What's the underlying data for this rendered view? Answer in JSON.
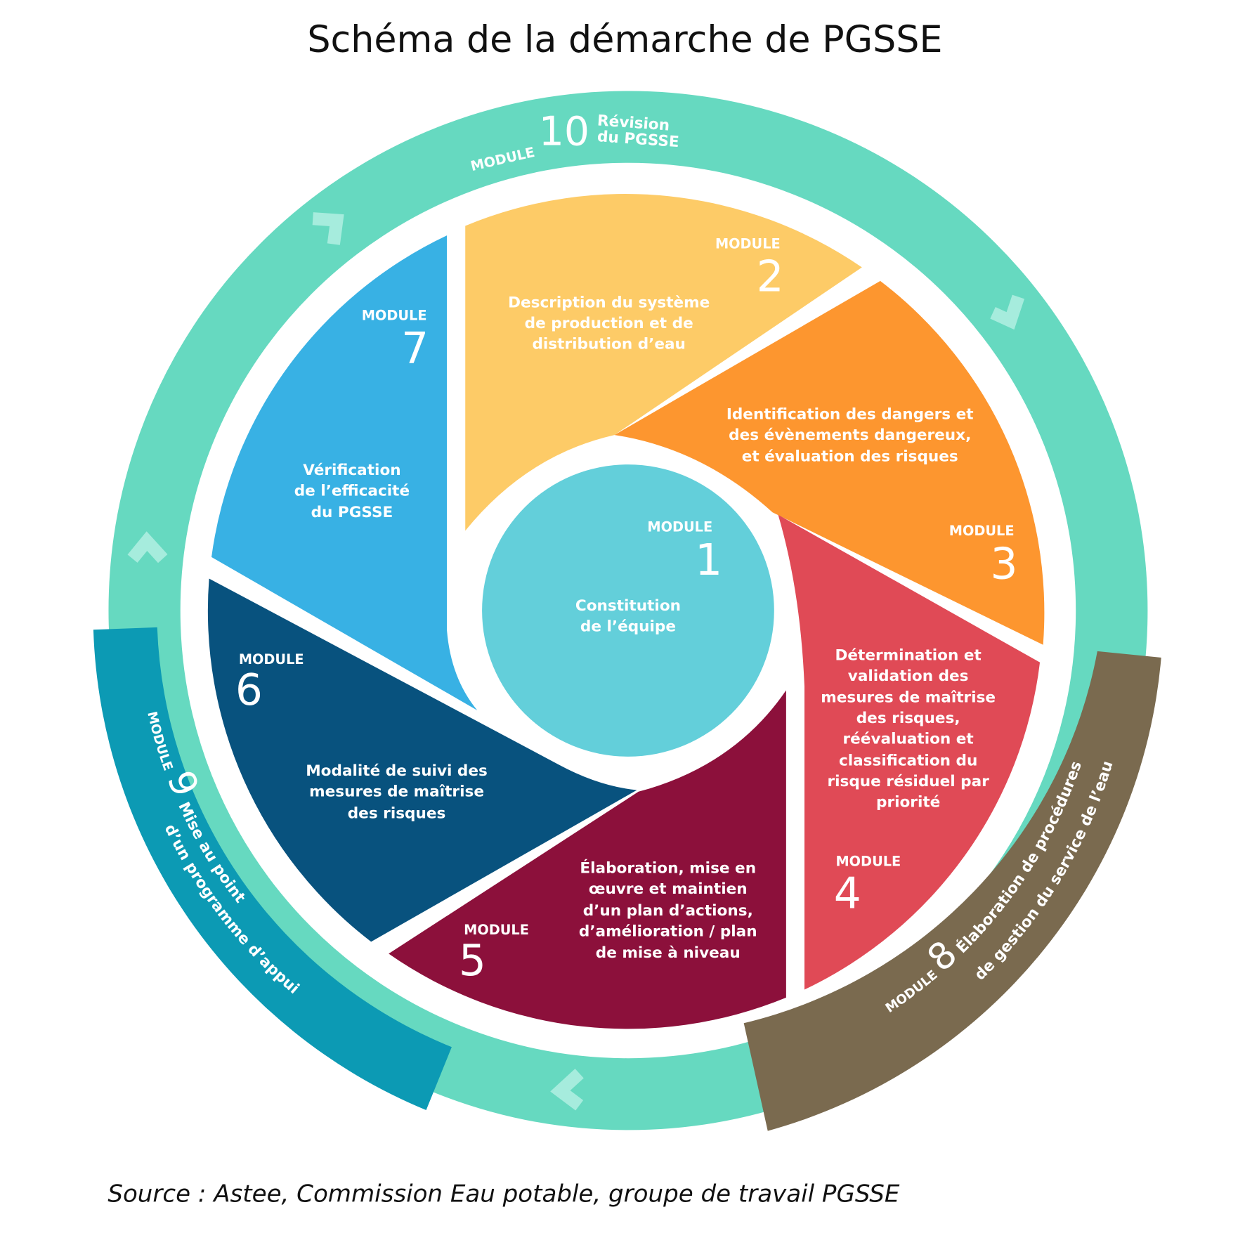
{
  "title": "Schéma de la démarche de PGSSE",
  "source": "Source :  Astee, Commission Eau potable, groupe de travail PGSSE",
  "module_label": "MODULE",
  "colors": {
    "ring": "#66D9C0",
    "m1": "#63CFDA",
    "m2": "#FDCB67",
    "m3": "#FD962F",
    "m4": "#E04A56",
    "m5": "#8C103B",
    "m6": "#08527E",
    "m7": "#38B1E4",
    "m8": "#7A6A4F",
    "m9": "#0C9AB4"
  },
  "modules": {
    "m1": {
      "number": "1",
      "lines": [
        "Constitution",
        "de l’équipe"
      ]
    },
    "m2": {
      "number": "2",
      "lines": [
        "Description du système",
        "de production et de",
        "distribution d’eau"
      ]
    },
    "m3": {
      "number": "3",
      "lines": [
        "Identification des dangers et",
        "des évènements dangereux,",
        "et évaluation des risques"
      ]
    },
    "m4": {
      "number": "4",
      "lines": [
        "Détermination et",
        "validation des",
        "mesures de maîtrise",
        "des risques,",
        "réévaluation et",
        "classification du",
        "risque résiduel par",
        "priorité"
      ]
    },
    "m5": {
      "number": "5",
      "lines": [
        "Élaboration, mise en",
        "œuvre et maintien",
        "d’un plan d’actions,",
        "d’amélioration / plan",
        "de mise à niveau"
      ]
    },
    "m6": {
      "number": "6",
      "lines": [
        "Modalité de suivi des",
        "mesures de maîtrise",
        "des risques"
      ]
    },
    "m7": {
      "number": "7",
      "lines": [
        "Vérification",
        "de l’efficacité",
        "du PGSSE"
      ]
    },
    "m8": {
      "number": "8",
      "lines": [
        "Élaboration de procédures",
        "de gestion du service de l’eau"
      ]
    },
    "m9": {
      "number": "9",
      "lines": [
        "Mise au point",
        "d’un programme d’appui"
      ]
    },
    "m10": {
      "number": "10",
      "lines": [
        "Révision",
        "du PGSSE"
      ]
    }
  }
}
